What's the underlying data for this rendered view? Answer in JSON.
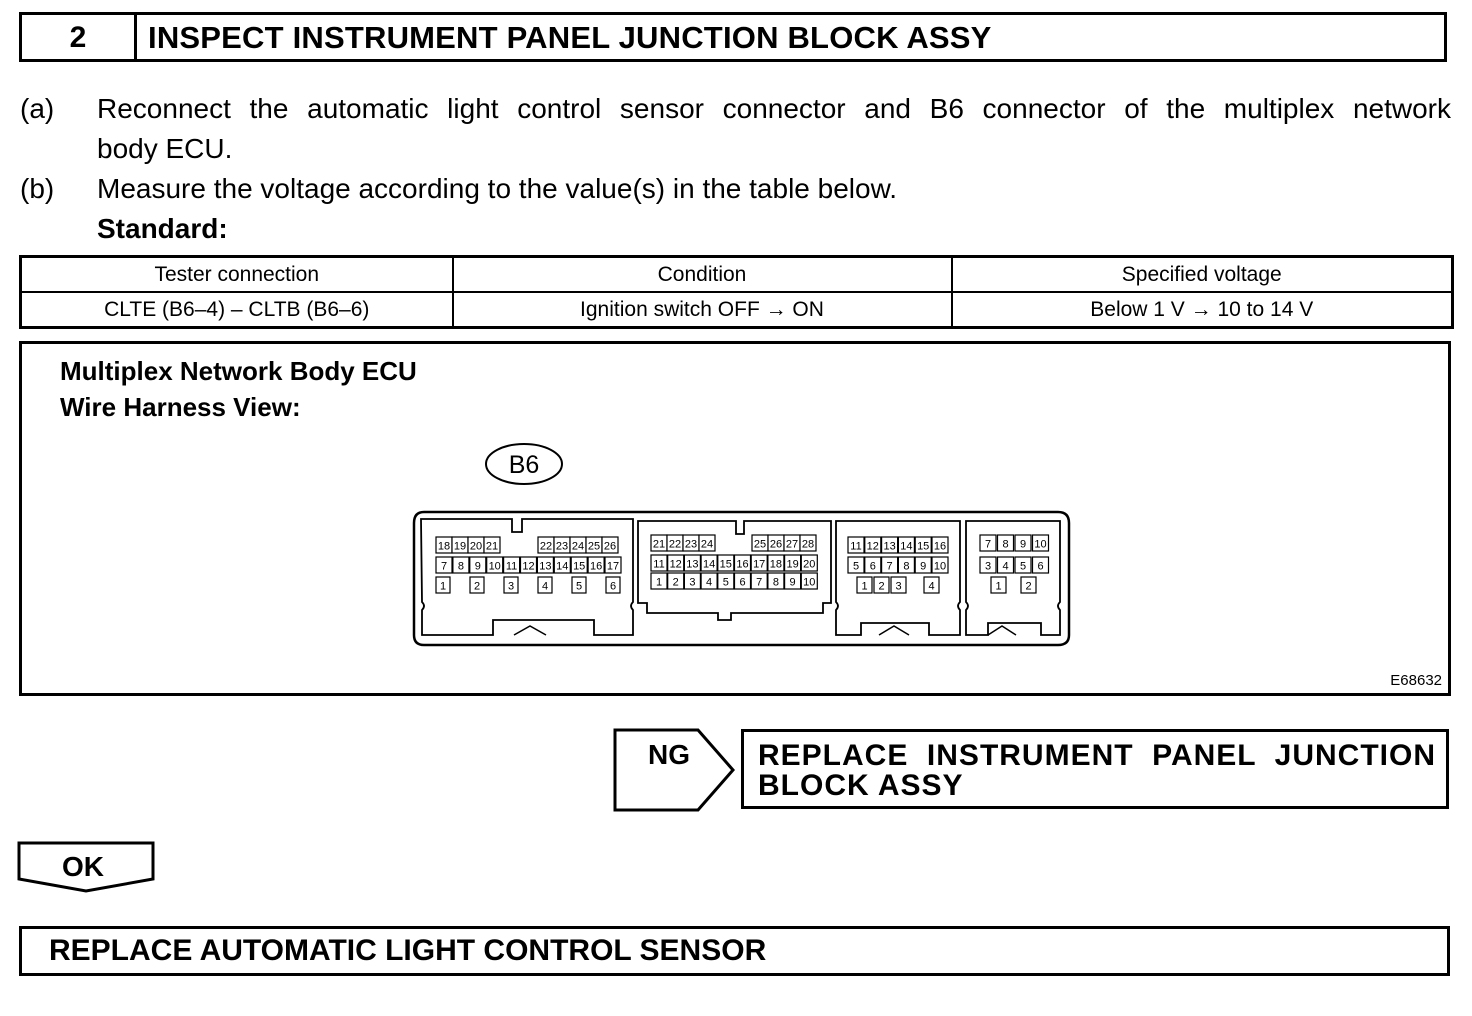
{
  "step": {
    "number": "2",
    "title": "INSPECT INSTRUMENT PANEL JUNCTION BLOCK ASSY"
  },
  "instructions": [
    {
      "label": "(a)",
      "line1": "Reconnect the automatic light control sensor connector and B6 connector of the multiplex network",
      "line2": "body ECU."
    },
    {
      "label": "(b)",
      "line1": "Measure the voltage according to the value(s) in the table below."
    }
  ],
  "standard_label": "Standard:",
  "spec_table": {
    "headers": [
      "Tester connection",
      "Condition",
      "Specified voltage"
    ],
    "rows": [
      [
        "CLTE (B6–4) – CLTB (B6–6)",
        "Ignition switch OFF → ON",
        "Below 1 V → 10 to 14 V"
      ]
    ]
  },
  "diagram": {
    "title_line1": "Multiplex Network Body ECU",
    "title_line2": "Wire Harness View:",
    "connector_label": "B6",
    "figure_code": "E68632",
    "pins": {
      "s1_row1": [
        "18",
        "19",
        "20",
        "21",
        "22",
        "23",
        "24",
        "25",
        "26"
      ],
      "s1_row2": [
        "7",
        "8",
        "9",
        "10",
        "11",
        "12",
        "13",
        "14",
        "15",
        "16",
        "17"
      ],
      "s1_row3": [
        "1",
        "2",
        "3",
        "4",
        "5",
        "6"
      ],
      "s2_row1": [
        "21",
        "22",
        "23",
        "24",
        "25",
        "26",
        "27",
        "28"
      ],
      "s2_row2": [
        "11",
        "12",
        "13",
        "14",
        "15",
        "16",
        "17",
        "18",
        "19",
        "20"
      ],
      "s2_row3": [
        "1",
        "2",
        "3",
        "4",
        "5",
        "6",
        "7",
        "8",
        "9",
        "10"
      ],
      "s3_row1": [
        "11",
        "12",
        "13",
        "14",
        "15",
        "16"
      ],
      "s3_row2": [
        "5",
        "6",
        "7",
        "8",
        "9",
        "10"
      ],
      "s3_row3": [
        "1",
        "2",
        "3",
        "4"
      ],
      "s4_row1": [
        "7",
        "8",
        "9",
        "10"
      ],
      "s4_row2": [
        "3",
        "4",
        "5",
        "6"
      ],
      "s4_row3": [
        "1",
        "2"
      ]
    }
  },
  "ng_branch": {
    "tag": "NG",
    "line1": "REPLACE INSTRUMENT PANEL JUNCTION",
    "line2": "BLOCK ASSY"
  },
  "ok_branch": {
    "tag": "OK"
  },
  "final_action": "REPLACE AUTOMATIC LIGHT CONTROL SENSOR"
}
